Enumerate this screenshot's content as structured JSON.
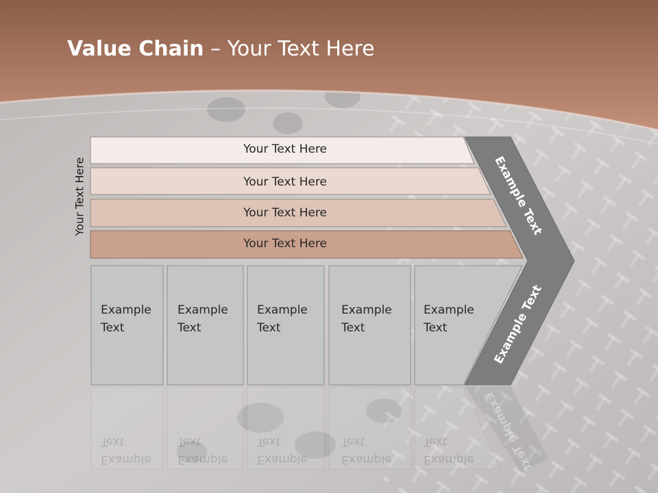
{
  "slide": {
    "title_bold": "Value Chain",
    "title_rest": " – Your Text Here",
    "side_label": "Your Text Here"
  },
  "rows": [
    {
      "label": "Your Text Here"
    },
    {
      "label": "Your Text Here"
    },
    {
      "label": "Your Text Here"
    },
    {
      "label": "Your Text Here"
    }
  ],
  "boxes": [
    {
      "line1": "Example",
      "line2": "Text"
    },
    {
      "line1": "Example",
      "line2": "Text"
    },
    {
      "line1": "Example",
      "line2": "Text"
    },
    {
      "line1": "Example",
      "line2": "Text"
    },
    {
      "line1": "Example",
      "line2": "Text"
    }
  ],
  "chevron": {
    "upper_label": "Example Text",
    "lower_label": "Example Text"
  },
  "colors": {
    "header": "#9c6a52",
    "chevron": "#7d7d7d",
    "row1": "#f4ece8",
    "row2": "#ead9d0",
    "row3": "#ddc4b7",
    "row4": "#c9a18d",
    "box": "#c4c5c6"
  }
}
